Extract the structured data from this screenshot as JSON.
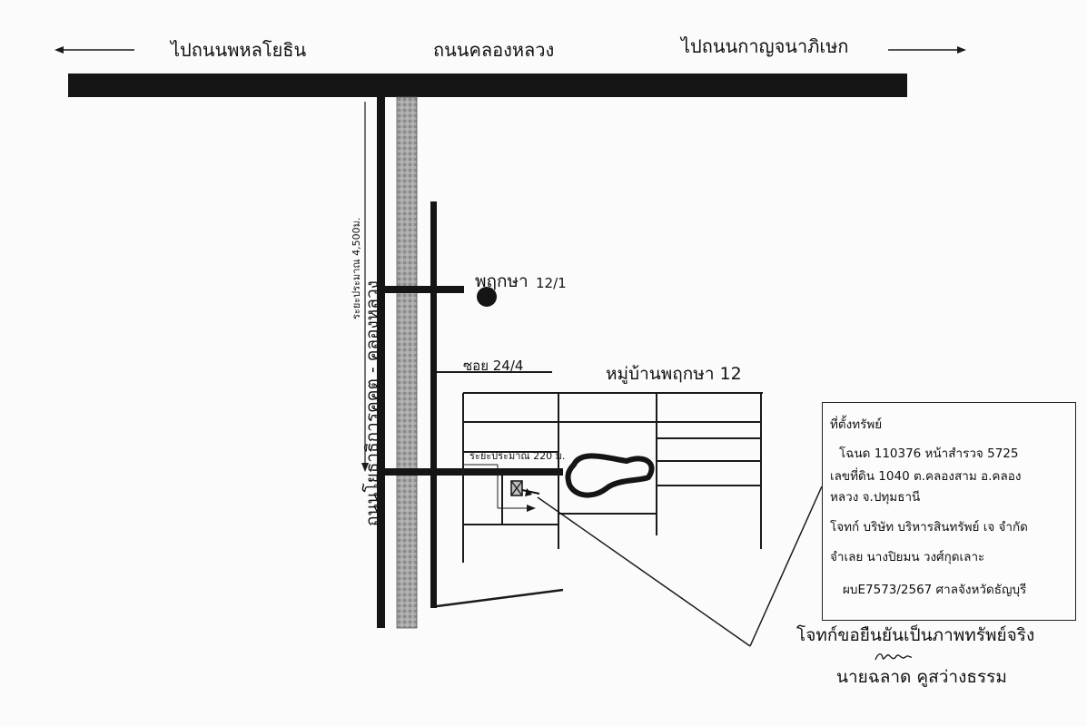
{
  "roads": {
    "left_direction": "ไปถนนพหลโยธิน",
    "center_road": "ถนนคลองหลวง",
    "right_direction": "ไปถนนกาญจนาภิเษก",
    "vertical_road": "ถนนโยธาธิการคูคต - คลองหลวง",
    "distance_vertical": "ระยะประมาณ 4,500ม.",
    "distance_soi": "ระยะประมาณ 220 ม."
  },
  "places": {
    "village_point": "พฤกษา",
    "village_point_no": "12/1",
    "soi": "ซอย 24/4",
    "village": "หมู่บ้านพฤกษา 12"
  },
  "info": {
    "title": "ที่ตั้งทรัพย์",
    "line1": "โฉนด 110376 หน้าสำรวจ 5725",
    "line2": "เลขที่ดิน 1040  ต.คลองสาม อ.คลอง",
    "line3": "หลวง จ.ปทุมธานี",
    "line4": "โจทก์ บริษัท บริหารสินทรัพย์ เจ จำกัด",
    "line5": "จำเลย นางปิยมน วงศ์กุดเลาะ",
    "line6": "ผบE7573/2567   ศาลจังหวัดธัญบุรี"
  },
  "certification": {
    "statement": "โจทก์ขอยืนยันเป็นภาพทรัพย์จริง",
    "signature": "ฉลาด",
    "name": "นายฉลาด  คูสว่างธรรม"
  },
  "colors": {
    "road": "#151515",
    "canal": "#9a9a9a",
    "line": "#1a1a1a"
  },
  "icons": {
    "left_arrow": "arrow-left-icon",
    "right_arrow": "arrow-right-icon",
    "property_marker": "property-box-icon",
    "landmark_dot": "filled-circle-icon"
  }
}
